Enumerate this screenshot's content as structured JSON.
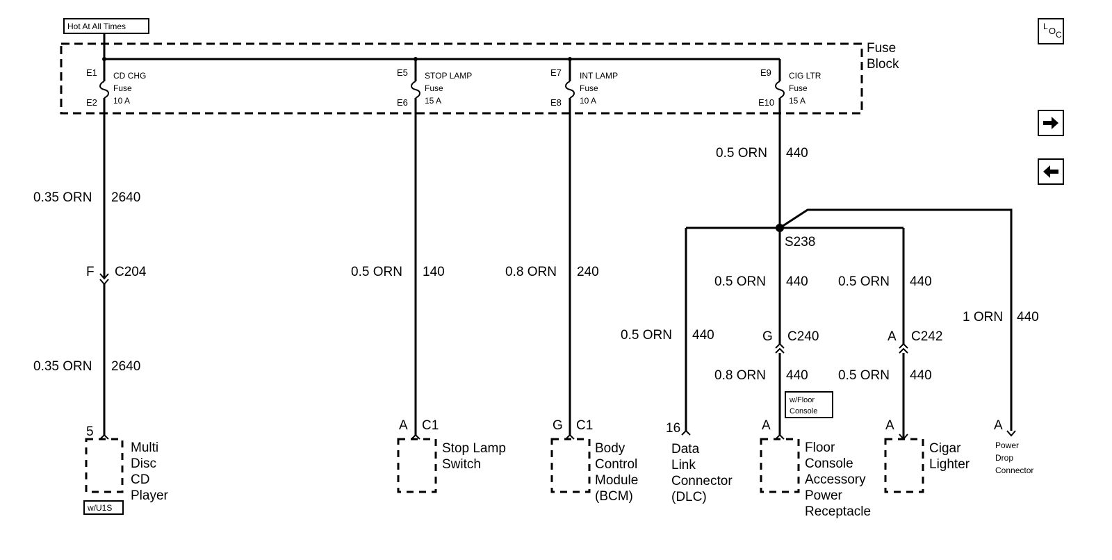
{
  "supply": {
    "label": "Hot At All Times"
  },
  "fuse_block": {
    "line1": "Fuse",
    "line2": "Block"
  },
  "fuses": [
    {
      "in_pin": "E1",
      "out_pin": "E2",
      "name": "CD CHG",
      "word": "Fuse",
      "rating": "10 A"
    },
    {
      "in_pin": "E5",
      "out_pin": "E6",
      "name": "STOP LAMP",
      "word": "Fuse",
      "rating": "15 A"
    },
    {
      "in_pin": "E7",
      "out_pin": "E8",
      "name": "INT LAMP",
      "word": "Fuse",
      "rating": "10 A"
    },
    {
      "in_pin": "E9",
      "out_pin": "E10",
      "name": "CIG LTR",
      "word": "Fuse",
      "rating": "15 A"
    }
  ],
  "wires": {
    "cd_upper": {
      "gauge": "0.35 ORN",
      "circuit": "2640"
    },
    "cd_lower": {
      "gauge": "0.35 ORN",
      "circuit": "2640"
    },
    "stop": {
      "gauge": "0.5 ORN",
      "circuit": "140"
    },
    "int": {
      "gauge": "0.8 ORN",
      "circuit": "240"
    },
    "cig_main": {
      "gauge": "0.5 ORN",
      "circuit": "440"
    },
    "dlc": {
      "gauge": "0.5 ORN",
      "circuit": "440"
    },
    "floor_upper": {
      "gauge": "0.5 ORN",
      "circuit": "440"
    },
    "floor_lower": {
      "gauge": "0.8 ORN",
      "circuit": "440"
    },
    "cigar_upper": {
      "gauge": "0.5 ORN",
      "circuit": "440"
    },
    "cigar_lower": {
      "gauge": "0.5 ORN",
      "circuit": "440"
    },
    "power_drop": {
      "gauge": "1 ORN",
      "circuit": "440"
    }
  },
  "splice": {
    "id": "S238"
  },
  "connectors": {
    "c204": {
      "pin": "F",
      "name": "C204"
    },
    "c240": {
      "pin": "G",
      "name": "C240"
    },
    "c242": {
      "pin": "A",
      "name": "C242"
    }
  },
  "components": {
    "cd_player": {
      "pin": "5",
      "lines": [
        "Multi",
        "Disc",
        "CD",
        "Player"
      ],
      "option": "w/U1S"
    },
    "stop_switch": {
      "pin": "A",
      "conn": "C1",
      "lines": [
        "Stop Lamp",
        "Switch"
      ]
    },
    "bcm": {
      "pin": "G",
      "conn": "C1",
      "lines": [
        "Body",
        "Control",
        "Module",
        "(BCM)"
      ]
    },
    "dlc": {
      "pin": "16",
      "lines": [
        "Data",
        "Link",
        "Connector",
        "(DLC)"
      ]
    },
    "floor_console": {
      "pin": "A",
      "lines": [
        "Floor",
        "Console",
        "Accessory",
        "Power",
        "Receptacle"
      ],
      "option_line1": "w/Floor",
      "option_line2": "Console"
    },
    "cigar_lighter": {
      "pin": "A",
      "lines": [
        "Cigar",
        "Lighter"
      ]
    },
    "power_drop": {
      "pin": "A",
      "lines": [
        "Power",
        "Drop",
        "Connector"
      ]
    }
  },
  "nav": {
    "loc_l": "L",
    "loc_o": "O",
    "loc_c": "C",
    "next_icon": "right-arrow-icon",
    "prev_icon": "left-arrow-icon"
  }
}
